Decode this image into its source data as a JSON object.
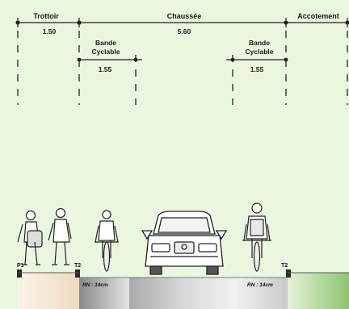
{
  "sections": {
    "trottoir": {
      "label": "Trottoir",
      "width": "1.50"
    },
    "chaussee": {
      "label": "Chaussée",
      "width": "5.60"
    },
    "accotement": {
      "label": "Accotement"
    },
    "bande_left": {
      "label_line1": "Bande",
      "label_line2": "Cyclable",
      "width": "1.55"
    },
    "bande_right": {
      "label_line1": "Bande",
      "label_line2": "Cyclable",
      "width": "1.55"
    }
  },
  "markers": {
    "p1": "P1",
    "t2_left": "T2",
    "t2_right": "T2"
  },
  "annotations": {
    "left_pavement": "RN : 14cm",
    "right_pavement": "RN : 14cm"
  },
  "colors": {
    "background": "#eaf6df",
    "sidewalk": "#f3e6d3",
    "road": "#d5d5d7",
    "shoulder": "#cfe9c0",
    "curb": "#2a2a2a"
  }
}
